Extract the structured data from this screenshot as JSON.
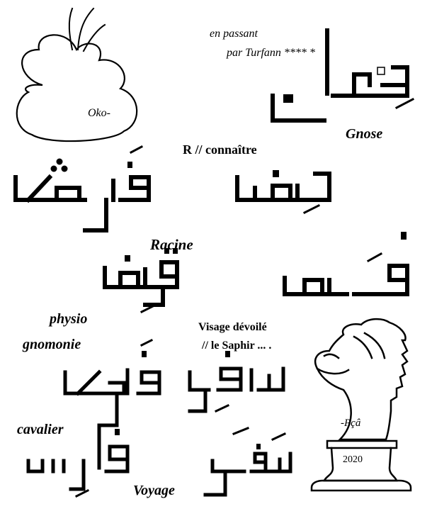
{
  "labels": {
    "oko": "Oko-",
    "en_passant": "en passant",
    "par_turfann": "par  Turfann **** *",
    "gnose": "Gnose",
    "r_connaitre": "R // connaître",
    "racine": "Racine",
    "physio": "physio",
    "gnomonie": "gnomonie",
    "visage": "Visage dévoilé",
    "saphir": "//  le Saphir ... .",
    "cavalier": "cavalier",
    "voyage": "Voyage",
    "signature": "-Pçâ",
    "year": "2020"
  },
  "icons": {
    "cloud": "flower-cloud-icon",
    "knight": "chess-knight-icon"
  }
}
